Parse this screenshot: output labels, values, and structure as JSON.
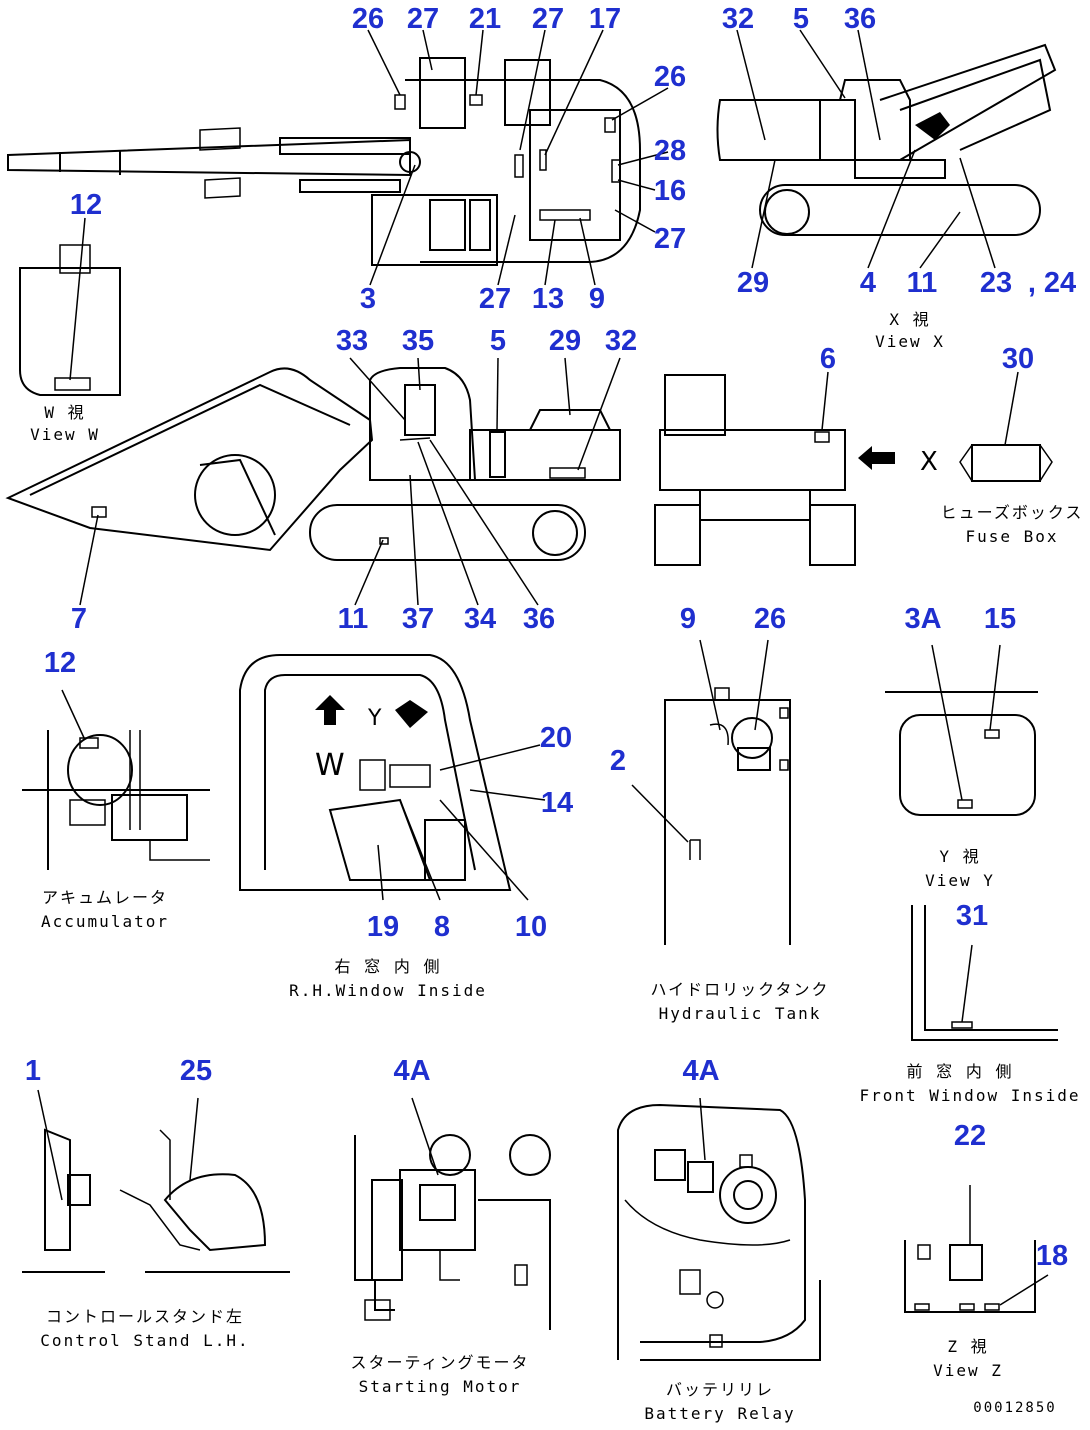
{
  "title": "",
  "callouts": [
    {
      "id": "c-26a",
      "label": "26"
    },
    {
      "id": "c-27a",
      "label": "27"
    },
    {
      "id": "c-21",
      "label": "21"
    },
    {
      "id": "c-27b",
      "label": "27"
    },
    {
      "id": "c-17",
      "label": "17"
    },
    {
      "id": "c-26b",
      "label": "26"
    },
    {
      "id": "c-28",
      "label": "28"
    },
    {
      "id": "c-16",
      "label": "16"
    },
    {
      "id": "c-27c",
      "label": "27"
    },
    {
      "id": "c-3",
      "label": "3"
    },
    {
      "id": "c-27d",
      "label": "27"
    },
    {
      "id": "c-13",
      "label": "13"
    },
    {
      "id": "c-9a",
      "label": "9"
    },
    {
      "id": "c-12a",
      "label": "12"
    },
    {
      "id": "c-32a",
      "label": "32"
    },
    {
      "id": "c-5a",
      "label": "5"
    },
    {
      "id": "c-36a",
      "label": "36"
    },
    {
      "id": "c-29a",
      "label": "29"
    },
    {
      "id": "c-4",
      "label": "4"
    },
    {
      "id": "c-11a",
      "label": "11"
    },
    {
      "id": "c-23",
      "label": "23"
    },
    {
      "id": "c-24",
      "label": ", 24"
    },
    {
      "id": "c-33",
      "label": "33"
    },
    {
      "id": "c-35",
      "label": "35"
    },
    {
      "id": "c-5b",
      "label": "5"
    },
    {
      "id": "c-29b",
      "label": "29"
    },
    {
      "id": "c-32b",
      "label": "32"
    },
    {
      "id": "c-7",
      "label": "7"
    },
    {
      "id": "c-11b",
      "label": "11"
    },
    {
      "id": "c-37",
      "label": "37"
    },
    {
      "id": "c-34",
      "label": "34"
    },
    {
      "id": "c-36b",
      "label": "36"
    },
    {
      "id": "c-6",
      "label": "6"
    },
    {
      "id": "c-30",
      "label": "30"
    },
    {
      "id": "c-12b",
      "label": "12"
    },
    {
      "id": "c-20",
      "label": "20"
    },
    {
      "id": "c-14",
      "label": "14"
    },
    {
      "id": "c-19",
      "label": "19"
    },
    {
      "id": "c-8",
      "label": "8"
    },
    {
      "id": "c-10",
      "label": "10"
    },
    {
      "id": "c-9b",
      "label": "9"
    },
    {
      "id": "c-26c",
      "label": "26"
    },
    {
      "id": "c-2",
      "label": "2"
    },
    {
      "id": "c-3A",
      "label": "3A"
    },
    {
      "id": "c-15",
      "label": "15"
    },
    {
      "id": "c-31",
      "label": "31"
    },
    {
      "id": "c-1",
      "label": "1"
    },
    {
      "id": "c-25",
      "label": "25"
    },
    {
      "id": "c-4A-a",
      "label": "4A"
    },
    {
      "id": "c-4A-b",
      "label": "4A"
    },
    {
      "id": "c-22",
      "label": "22"
    },
    {
      "id": "c-18",
      "label": "18"
    }
  ],
  "captions": {
    "view_w_jp": "W 視",
    "view_w_en": "View W",
    "view_x_jp": "X 視",
    "view_x_en": "View X",
    "fuse_box_jp": "ヒューズボックス",
    "fuse_box_en": "Fuse Box",
    "accumulator_jp": "アキュムレータ",
    "accumulator_en": "Accumulator",
    "rh_window_jp": "右 窓 内 側",
    "rh_window_en": "R.H.Window Inside",
    "hydraulic_tank_jp": "ハイドロリックタンク",
    "hydraulic_tank_en": "Hydraulic Tank",
    "view_y_jp": "Y 視",
    "view_y_en": "View Y",
    "front_window_jp": "前 窓 内 側",
    "front_window_en": "Front Window Inside",
    "control_stand_jp": "コントロールスタンド左",
    "control_stand_en": "Control Stand L.H.",
    "starting_motor_jp": "スターティングモータ",
    "starting_motor_en": "Starting Motor",
    "battery_relay_jp": "バッテリリレ",
    "battery_relay_en": "Battery Relay",
    "view_z_jp": "Z 視",
    "view_z_en": "View Z",
    "view_marker_w": "W",
    "view_marker_y": "Y",
    "view_marker_x": "X",
    "drawing_number": "00012850"
  },
  "colors": {
    "callout": "#1f2fcf",
    "line": "#000000",
    "background": "#ffffff"
  }
}
